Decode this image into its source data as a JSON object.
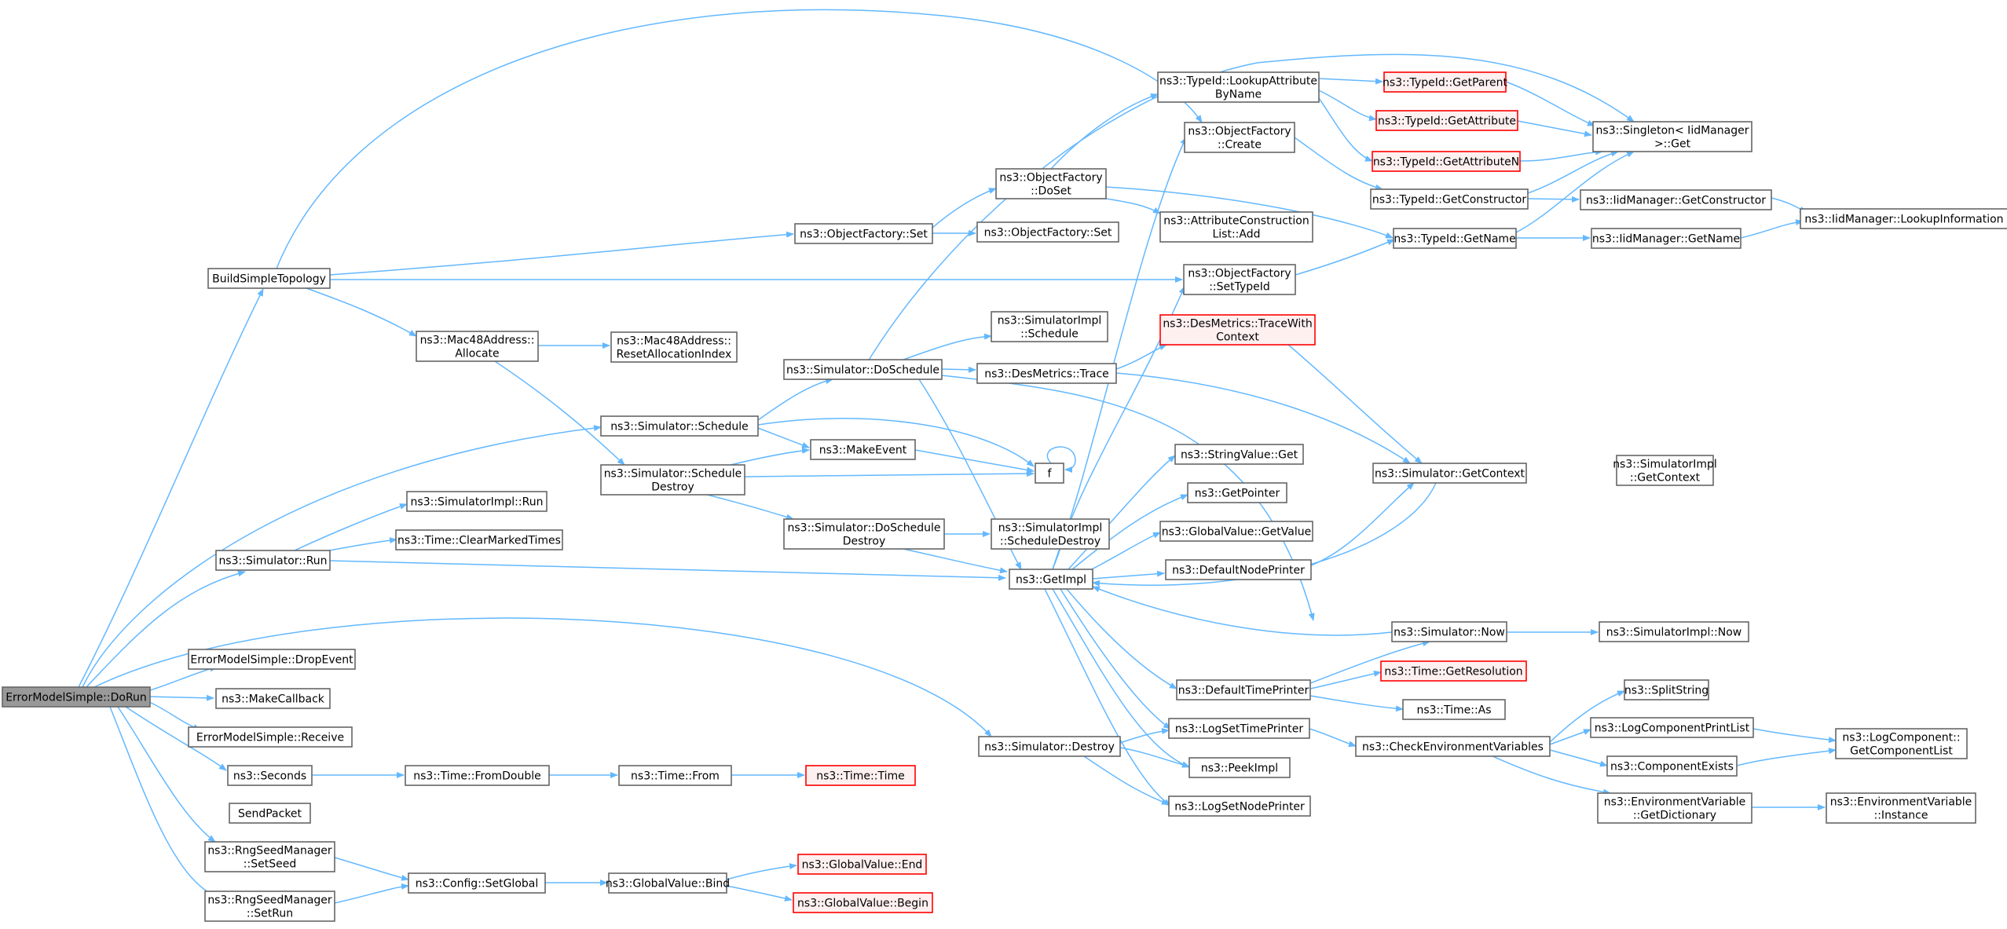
{
  "diagram": {
    "type": "call-graph",
    "colors": {
      "edge": "#63b8ff",
      "root_fill": "#999999",
      "node_border": "#666666",
      "highlight_border": "#ff0000",
      "highlight_fill": "#fff0f0"
    },
    "nodes": [
      {
        "id": "root",
        "lines": [
          "ErrorModelSimple::DoRun"
        ],
        "style": "root"
      },
      {
        "id": "bst",
        "lines": [
          "BuildSimpleTopology"
        ]
      },
      {
        "id": "ofset",
        "lines": [
          "ns3::ObjectFactory::Set"
        ]
      },
      {
        "id": "ofdoset",
        "lines": [
          "ns3::ObjectFactory",
          "::DoSet"
        ]
      },
      {
        "id": "ofset2",
        "lines": [
          "ns3::ObjectFactory::Set"
        ]
      },
      {
        "id": "lookupattr",
        "lines": [
          "ns3::TypeId::LookupAttribute",
          "ByName"
        ]
      },
      {
        "id": "ofcreate",
        "lines": [
          "ns3::ObjectFactory",
          "::Create"
        ]
      },
      {
        "id": "getparent",
        "lines": [
          "ns3::TypeId::GetParent"
        ],
        "style": "red"
      },
      {
        "id": "getattr",
        "lines": [
          "ns3::TypeId::GetAttribute"
        ],
        "style": "red"
      },
      {
        "id": "getattrn",
        "lines": [
          "ns3::TypeId::GetAttributeN"
        ],
        "style": "red"
      },
      {
        "id": "singleton",
        "lines": [
          "ns3::Singleton< IidManager",
          ">::Get"
        ]
      },
      {
        "id": "getctor",
        "lines": [
          "ns3::TypeId::GetConstructor"
        ]
      },
      {
        "id": "iidgetctor",
        "lines": [
          "ns3::IidManager::GetConstructor"
        ]
      },
      {
        "id": "lookupinfo",
        "lines": [
          "ns3::IidManager::LookupInformation"
        ]
      },
      {
        "id": "attrconst",
        "lines": [
          "ns3::AttributeConstruction",
          "List::Add"
        ]
      },
      {
        "id": "getname",
        "lines": [
          "ns3::TypeId::GetName"
        ]
      },
      {
        "id": "iidgetname",
        "lines": [
          "ns3::IidManager::GetName"
        ]
      },
      {
        "id": "settypeid",
        "lines": [
          "ns3::ObjectFactory",
          "::SetTypeId"
        ]
      },
      {
        "id": "mac48alloc",
        "lines": [
          "ns3::Mac48Address::",
          "Allocate"
        ]
      },
      {
        "id": "mac48reset",
        "lines": [
          "ns3::Mac48Address::",
          "ResetAllocationIndex"
        ]
      },
      {
        "id": "simimplsched",
        "lines": [
          "ns3::SimulatorImpl",
          "::Schedule"
        ]
      },
      {
        "id": "tracewith",
        "lines": [
          "ns3::DesMetrics::TraceWith",
          "Context"
        ],
        "style": "red"
      },
      {
        "id": "dosched",
        "lines": [
          "ns3::Simulator::DoSchedule"
        ]
      },
      {
        "id": "trace",
        "lines": [
          "ns3::DesMetrics::Trace"
        ]
      },
      {
        "id": "simsched",
        "lines": [
          "ns3::Simulator::Schedule"
        ]
      },
      {
        "id": "makeevent",
        "lines": [
          "ns3::MakeEvent"
        ]
      },
      {
        "id": "f",
        "lines": [
          "f"
        ]
      },
      {
        "id": "schdestroy",
        "lines": [
          "ns3::Simulator::Schedule",
          "Destroy"
        ]
      },
      {
        "id": "stringget",
        "lines": [
          "ns3::StringValue::Get"
        ]
      },
      {
        "id": "getcontext",
        "lines": [
          "ns3::Simulator::GetContext"
        ]
      },
      {
        "id": "implgetctx",
        "lines": [
          "ns3::SimulatorImpl",
          "::GetContext"
        ]
      },
      {
        "id": "getpointer",
        "lines": [
          "ns3::GetPointer"
        ]
      },
      {
        "id": "simimplrun",
        "lines": [
          "ns3::SimulatorImpl::Run"
        ]
      },
      {
        "id": "clearmarked",
        "lines": [
          "ns3::Time::ClearMarkedTimes"
        ]
      },
      {
        "id": "doschdestroy",
        "lines": [
          "ns3::Simulator::DoSchedule",
          "Destroy"
        ]
      },
      {
        "id": "simimplschdestroy",
        "lines": [
          "ns3::SimulatorImpl",
          "::ScheduleDestroy"
        ]
      },
      {
        "id": "gvgetvalue",
        "lines": [
          "ns3::GlobalValue::GetValue"
        ]
      },
      {
        "id": "simrun",
        "lines": [
          "ns3::Simulator::Run"
        ]
      },
      {
        "id": "getimpl",
        "lines": [
          "ns3::GetImpl"
        ]
      },
      {
        "id": "defnodeprinter",
        "lines": [
          "ns3::DefaultNodePrinter"
        ]
      },
      {
        "id": "simnow",
        "lines": [
          "ns3::Simulator::Now"
        ]
      },
      {
        "id": "implnow",
        "lines": [
          "ns3::SimulatorImpl::Now"
        ]
      },
      {
        "id": "dropevent",
        "lines": [
          "ErrorModelSimple::DropEvent"
        ]
      },
      {
        "id": "getres",
        "lines": [
          "ns3::Time::GetResolution"
        ],
        "style": "red"
      },
      {
        "id": "deftimeprinter",
        "lines": [
          "ns3::DefaultTimePrinter"
        ]
      },
      {
        "id": "makecallback",
        "lines": [
          "ns3::MakeCallback"
        ]
      },
      {
        "id": "timeas",
        "lines": [
          "ns3::Time::As"
        ]
      },
      {
        "id": "splitstring",
        "lines": [
          "ns3::SplitString"
        ]
      },
      {
        "id": "logsettimeprinter",
        "lines": [
          "ns3::LogSetTimePrinter"
        ]
      },
      {
        "id": "logcompprintlist",
        "lines": [
          "ns3::LogComponentPrintList"
        ]
      },
      {
        "id": "receive",
        "lines": [
          "ErrorModelSimple::Receive"
        ]
      },
      {
        "id": "simdestroy",
        "lines": [
          "ns3::Simulator::Destroy"
        ]
      },
      {
        "id": "checkenv",
        "lines": [
          "ns3::CheckEnvironmentVariables"
        ]
      },
      {
        "id": "logcomplist",
        "lines": [
          "ns3::LogComponent::",
          "GetComponentList"
        ]
      },
      {
        "id": "compexists",
        "lines": [
          "ns3::ComponentExists"
        ]
      },
      {
        "id": "peekimpl",
        "lines": [
          "ns3::PeekImpl"
        ]
      },
      {
        "id": "seconds",
        "lines": [
          "ns3::Seconds"
        ]
      },
      {
        "id": "fromdouble",
        "lines": [
          "ns3::Time::FromDouble"
        ]
      },
      {
        "id": "timefrom",
        "lines": [
          "ns3::Time::From"
        ]
      },
      {
        "id": "timetime",
        "lines": [
          "ns3::Time::Time"
        ],
        "style": "red"
      },
      {
        "id": "envgetdict",
        "lines": [
          "ns3::EnvironmentVariable",
          "::GetDictionary"
        ]
      },
      {
        "id": "envinstance",
        "lines": [
          "ns3::EnvironmentVariable",
          "::Instance"
        ]
      },
      {
        "id": "logsetnodeprinter",
        "lines": [
          "ns3::LogSetNodePrinter"
        ]
      },
      {
        "id": "sendpacket",
        "lines": [
          "SendPacket"
        ]
      },
      {
        "id": "gvend",
        "lines": [
          "ns3::GlobalValue::End"
        ],
        "style": "red"
      },
      {
        "id": "setseed",
        "lines": [
          "ns3::RngSeedManager",
          "::SetSeed"
        ]
      },
      {
        "id": "setglobal",
        "lines": [
          "ns3::Config::SetGlobal"
        ]
      },
      {
        "id": "gvbind",
        "lines": [
          "ns3::GlobalValue::Bind"
        ]
      },
      {
        "id": "setrun",
        "lines": [
          "ns3::RngSeedManager",
          "::SetRun"
        ]
      },
      {
        "id": "gvbegin",
        "lines": [
          "ns3::GlobalValue::Begin"
        ],
        "style": "red"
      }
    ]
  }
}
